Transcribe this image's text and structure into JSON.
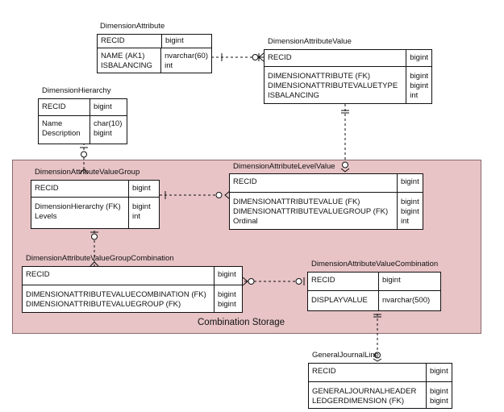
{
  "region": {
    "label": "Combination Storage"
  },
  "entities": {
    "dimension_attribute": {
      "title": "DimensionAttribute",
      "key": [
        {
          "name": "RECID",
          "type": "bigint"
        }
      ],
      "columns": [
        {
          "name": "NAME (AK1)",
          "type": "nvarchar(60)"
        },
        {
          "name": "ISBALANCING",
          "type": "int"
        }
      ]
    },
    "dimension_attribute_value": {
      "title": "DimensionAttributeValue",
      "key": [
        {
          "name": "RECID",
          "type": "bigint"
        }
      ],
      "columns": [
        {
          "name": "DIMENSIONATTRIBUTE (FK)",
          "type": "bigint"
        },
        {
          "name": "DIMENSIONATTRIBUTEVALUETYPE",
          "type": "bigint"
        },
        {
          "name": "ISBALANCING",
          "type": "int"
        }
      ]
    },
    "dimension_hierarchy": {
      "title": "DimensionHierarchy",
      "key": [
        {
          "name": "RECID",
          "type": "bigint"
        }
      ],
      "columns": [
        {
          "name": "Name",
          "type": "char(10)"
        },
        {
          "name": "Description",
          "type": "bigint"
        }
      ]
    },
    "dimension_attribute_value_group": {
      "title": "DimensionAttributeValueGroup",
      "key": [
        {
          "name": "RECID",
          "type": "bigint"
        }
      ],
      "columns": [
        {
          "name": "DimensionHierarchy (FK)",
          "type": "bigint"
        },
        {
          "name": "Levels",
          "type": "int"
        }
      ]
    },
    "dimension_attribute_level_value": {
      "title": "DimensionAttributeLevelValue",
      "key": [
        {
          "name": "RECID",
          "type": "bigint"
        }
      ],
      "columns": [
        {
          "name": "DIMENSIONATTRIBUTEVALUE (FK)",
          "type": "bigint"
        },
        {
          "name": "DIMENSIONATTRIBUTEVALUEGROUP (FK)",
          "type": "bigint"
        },
        {
          "name": "Ordinal",
          "type": "int"
        }
      ]
    },
    "dimension_attribute_value_group_combination": {
      "title": "DimensionAttributeValueGroupCombination",
      "key": [
        {
          "name": "RECID",
          "type": "bigint"
        }
      ],
      "columns": [
        {
          "name": "DIMENSIONATTRIBUTEVALUECOMBINATION (FK)",
          "type": "bigint"
        },
        {
          "name": "DIMENSIONATTRIBUTEVALUEGROUP (FK)",
          "type": "bigint"
        }
      ]
    },
    "dimension_attribute_value_combination": {
      "title": "DimensionAttributeValueCombination",
      "key": [
        {
          "name": "RECID",
          "type": "bigint"
        }
      ],
      "columns": [
        {
          "name": "DISPLAYVALUE",
          "type": "nvarchar(500)"
        }
      ]
    },
    "general_journal_line": {
      "title": "GeneralJournalLine",
      "key": [
        {
          "name": "RECID",
          "type": "bigint"
        }
      ],
      "columns": [
        {
          "name": "GENERALJOURNALHEADER",
          "type": "bigint"
        },
        {
          "name": "LEDGERDIMENSION (FK)",
          "type": "bigint"
        }
      ]
    }
  },
  "relationships": [
    {
      "from": "dimension_attribute",
      "to": "dimension_attribute_value"
    },
    {
      "from": "dimension_attribute_value",
      "to": "dimension_attribute_level_value"
    },
    {
      "from": "dimension_hierarchy",
      "to": "dimension_attribute_value_group"
    },
    {
      "from": "dimension_attribute_value_group",
      "to": "dimension_attribute_level_value"
    },
    {
      "from": "dimension_attribute_value_group",
      "to": "dimension_attribute_value_group_combination"
    },
    {
      "from": "dimension_attribute_value_combination",
      "to": "dimension_attribute_value_group_combination"
    },
    {
      "from": "dimension_attribute_value_combination",
      "to": "general_journal_line"
    }
  ]
}
